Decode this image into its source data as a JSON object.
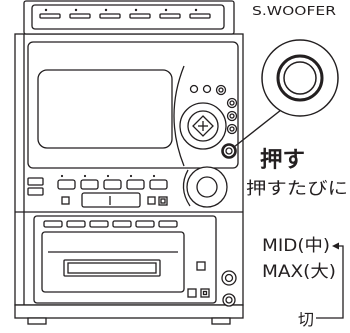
{
  "callout": {
    "button_name": "S.WOOFER"
  },
  "instruction": {
    "action": "押す",
    "each_press": "押すたびに"
  },
  "modes": {
    "mid": "MID(中)",
    "max": "MAX(大)",
    "off": "切"
  },
  "colors": {
    "ink": "#231f20",
    "background": "#ffffff"
  }
}
